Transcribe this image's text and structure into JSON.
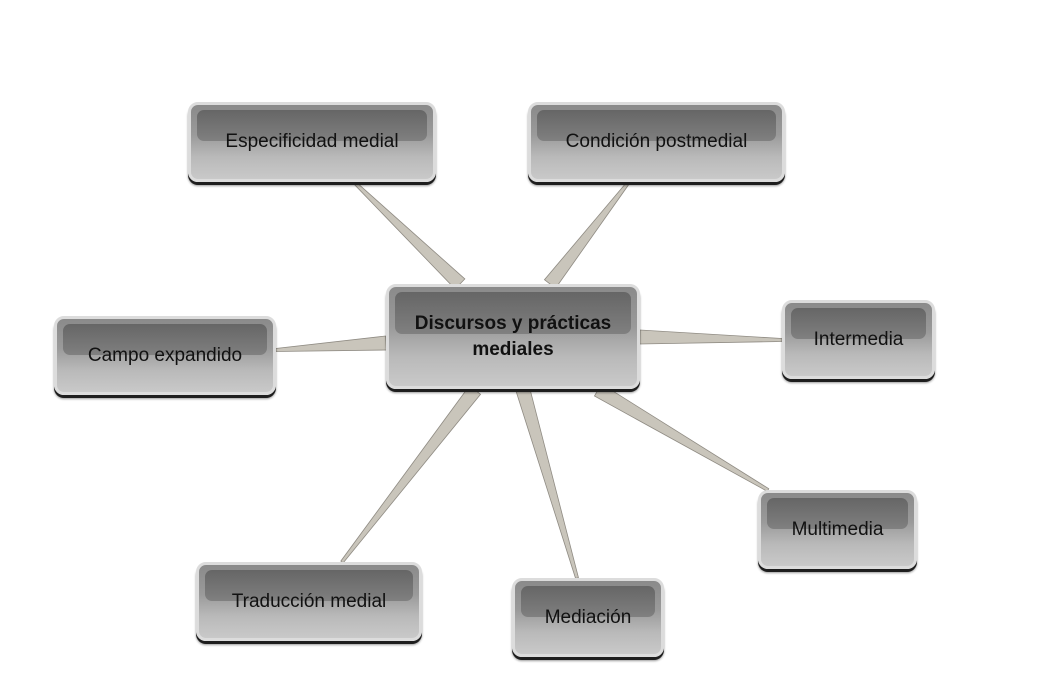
{
  "diagram": {
    "center": {
      "label": "Discursos y prácticas mediales"
    },
    "nodes": [
      {
        "id": "especificidad",
        "label": "Especificidad medial"
      },
      {
        "id": "condicion",
        "label": "Condición postmedial"
      },
      {
        "id": "campo",
        "label": "Campo expandido"
      },
      {
        "id": "intermedia",
        "label": "Intermedia"
      },
      {
        "id": "multimedia",
        "label": "Multimedia"
      },
      {
        "id": "traduccion",
        "label": "Traducción medial"
      },
      {
        "id": "mediacion",
        "label": "Mediación"
      }
    ],
    "colors": {
      "connector": "#c9c5bb",
      "connector_edge": "#8f8b83"
    }
  }
}
